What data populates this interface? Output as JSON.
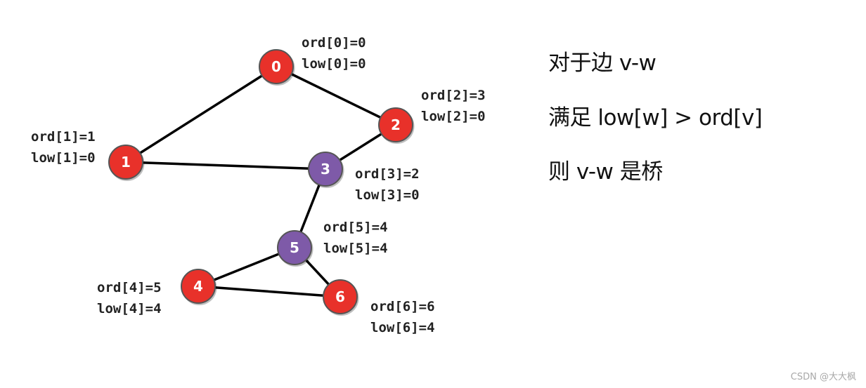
{
  "graph": {
    "colors": {
      "red_node": "#e8312a",
      "purple_node": "#7e5aa8",
      "node_border": "#555555",
      "edge": "#000000"
    },
    "nodes": [
      {
        "id": "0",
        "color": "red",
        "ord": "ord[0]=0",
        "low": "low[0]=0"
      },
      {
        "id": "1",
        "color": "red",
        "ord": "ord[1]=1",
        "low": "low[1]=0"
      },
      {
        "id": "2",
        "color": "red",
        "ord": "ord[2]=3",
        "low": "low[2]=0"
      },
      {
        "id": "3",
        "color": "purple",
        "ord": "ord[3]=2",
        "low": "low[3]=0"
      },
      {
        "id": "4",
        "color": "red",
        "ord": "ord[4]=5",
        "low": "low[4]=4"
      },
      {
        "id": "5",
        "color": "purple",
        "ord": "ord[5]=4",
        "low": "low[5]=4"
      },
      {
        "id": "6",
        "color": "red",
        "ord": "ord[6]=6",
        "low": "low[6]=4"
      }
    ],
    "edges": [
      [
        "0",
        "1"
      ],
      [
        "0",
        "2"
      ],
      [
        "1",
        "3"
      ],
      [
        "2",
        "3"
      ],
      [
        "3",
        "5"
      ],
      [
        "5",
        "4"
      ],
      [
        "5",
        "6"
      ],
      [
        "4",
        "6"
      ]
    ]
  },
  "rule": {
    "line1": "对于边 v-w",
    "line2": "满足 low[w] > ord[v]",
    "line3": "则 v-w 是桥"
  },
  "watermark": "CSDN @大大枫"
}
